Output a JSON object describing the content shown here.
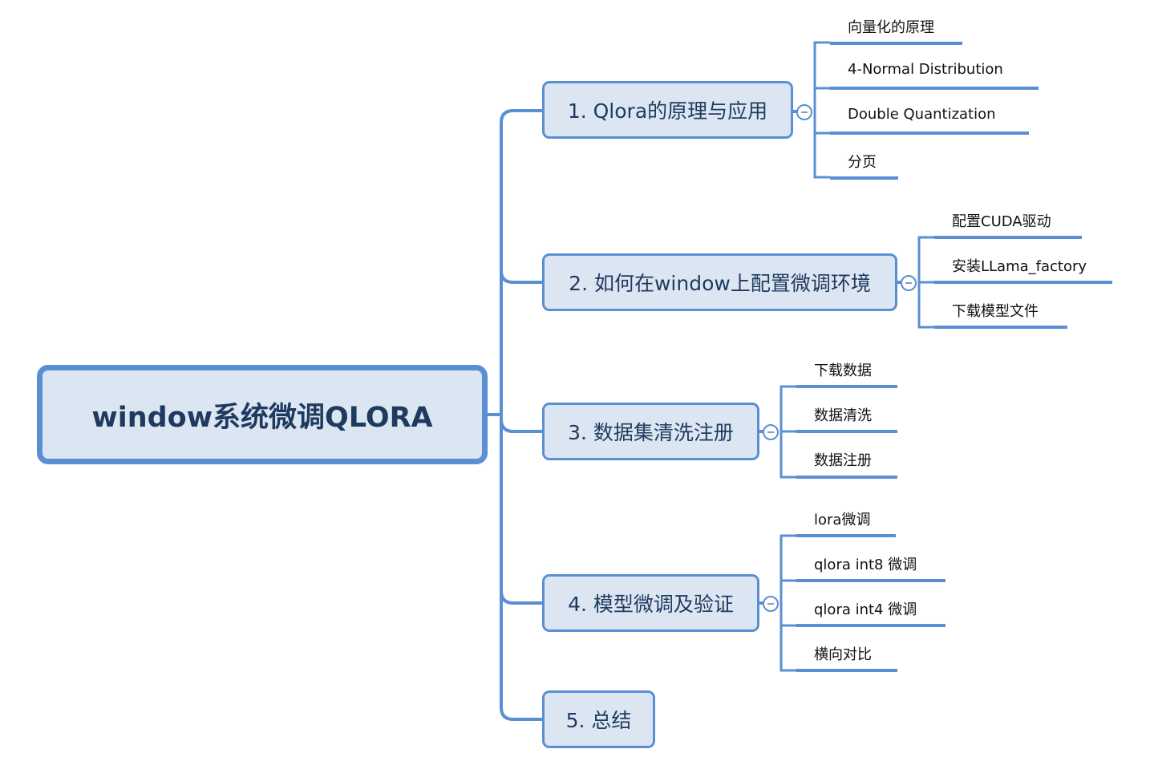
{
  "root": {
    "label": "window系统微调QLORA"
  },
  "branches": [
    {
      "label": "1. Qlora的原理与应用",
      "children": [
        "向量化的原理",
        "4-Normal Distribution",
        "Double Quantization",
        "分页"
      ]
    },
    {
      "label": "2. 如何在window上配置微调环境",
      "children": [
        "配置CUDA驱动",
        "安装LLama_factory",
        "下载模型文件"
      ]
    },
    {
      "label": "3. 数据集清洗注册",
      "children": [
        "下载数据",
        "数据清洗",
        "数据注册"
      ]
    },
    {
      "label": "4. 模型微调及验证",
      "children": [
        "lora微调",
        "qlora int8 微调",
        "qlora int4 微调",
        "横向对比"
      ]
    },
    {
      "label": "5. 总结",
      "children": []
    }
  ],
  "colors": {
    "line": "#5b8fd4",
    "fill": "#dce6f3",
    "text": "#1f3a5f"
  }
}
